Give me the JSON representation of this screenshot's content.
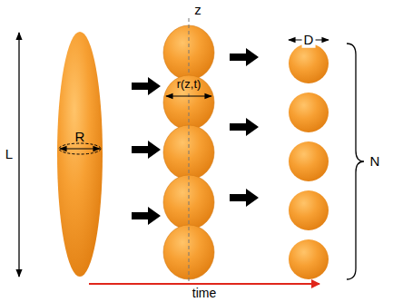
{
  "diagram": {
    "labels": [
      "L",
      "R",
      "z",
      "r(z,t)",
      "D",
      "N",
      "time"
    ]
  }
}
